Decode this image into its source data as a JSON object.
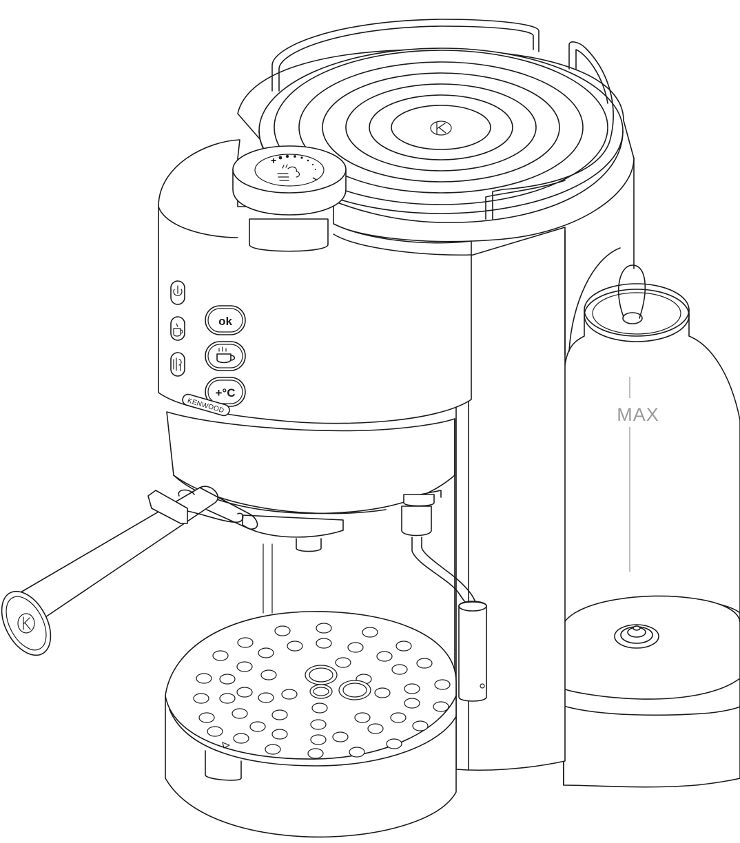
{
  "brand": {
    "name": "KENWOOD",
    "logo_letter": "K"
  },
  "buttons": {
    "ok": "ok",
    "temperature": "+°C"
  },
  "icons": {
    "power": "power-icon",
    "cup": "cup-icon",
    "steam": "steam-icon",
    "double_cup": "double-cup-icon"
  },
  "dial": {
    "plus": "+",
    "minus": "–"
  },
  "milk_container": {
    "max_label": "MAX"
  },
  "colors": {
    "line": "#1a1a1a",
    "scale_grey": "#9a9a9a",
    "background": "#ffffff"
  }
}
